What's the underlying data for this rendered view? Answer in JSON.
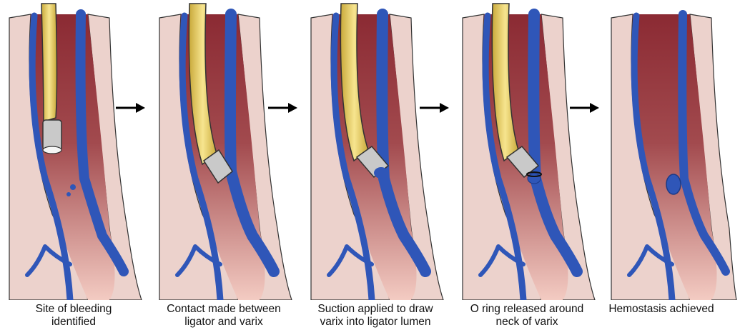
{
  "figure": {
    "steps": [
      {
        "id": "bleeding",
        "caption": [
          "Site of bleeding",
          "identified"
        ]
      },
      {
        "id": "contact",
        "caption": [
          "Contact made between",
          "ligator and varix"
        ]
      },
      {
        "id": "suction",
        "caption": [
          "Suction applied to draw",
          "varix into ligator lumen"
        ]
      },
      {
        "id": "oring",
        "caption": [
          "O ring released around",
          "neck of varix"
        ]
      },
      {
        "id": "hemostasis",
        "caption": [
          "Hemostasis achieved",
          ""
        ]
      }
    ]
  },
  "colors": {
    "lumen_dark": "#8e2f36",
    "lumen_light": "#f2c7c0",
    "wall": "#ecd2cc",
    "vein": "#2f56b8",
    "vein_dark": "#1c3a86",
    "scope": "#f2d86a",
    "cap": "#b8b8b8",
    "arrow": "#000000"
  }
}
